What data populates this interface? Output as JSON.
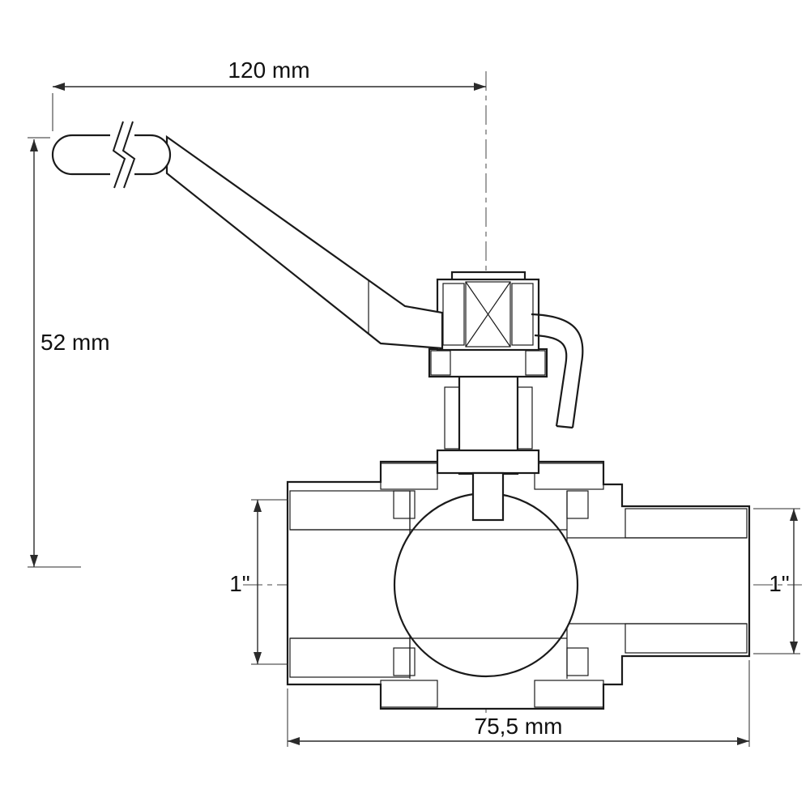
{
  "drawing": {
    "type": "technical-drawing",
    "subject": "brass ball valve with lever handle, cross-section view",
    "dim_handle_length": "120 mm",
    "dim_height": "52 mm",
    "dim_body_length": "75,5 mm",
    "dim_left_port": "1\"",
    "dim_right_port": "1\"",
    "line_color": "#1a1a1a",
    "dim_color": "#2b2b2b"
  }
}
